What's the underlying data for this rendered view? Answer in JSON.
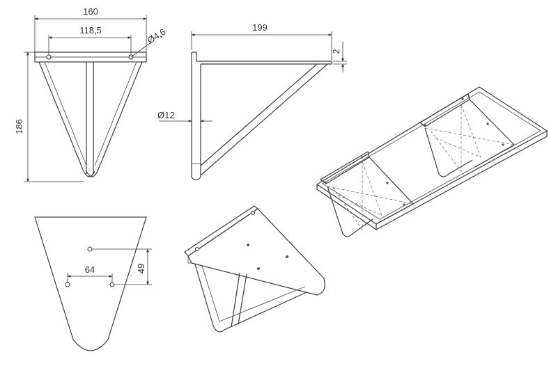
{
  "dimensions": {
    "overall_width": "160",
    "hole_spacing": "118,5",
    "hole_diameter": "Ø4,6",
    "depth": "199",
    "plate_thickness": "2",
    "rod_diameter": "Ø12",
    "height": "186",
    "bottom_hole_spacing": "64",
    "bottom_hole_offset": "49"
  }
}
